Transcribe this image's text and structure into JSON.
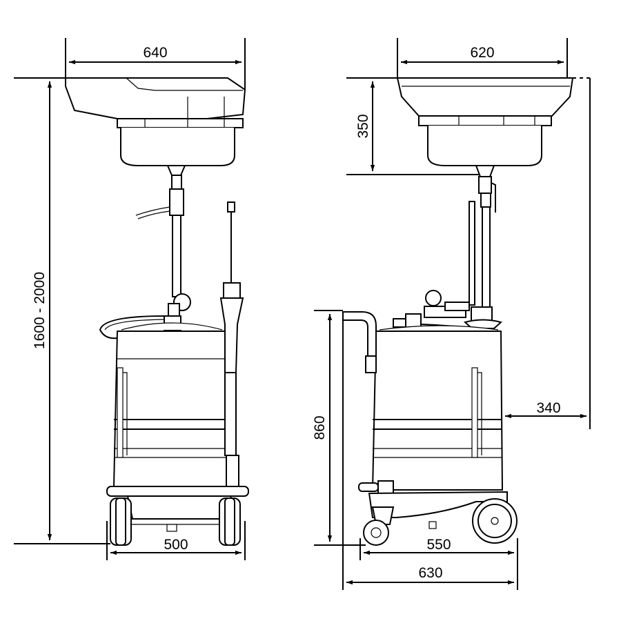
{
  "front_view": {
    "width_top": "640",
    "height_range": "1600 - 2000",
    "width_base": "500"
  },
  "side_view": {
    "width_top": "620",
    "funnel_depth": "350",
    "offset": "340",
    "tank_height": "860",
    "wheelbase": "550",
    "overall_depth": "630"
  }
}
